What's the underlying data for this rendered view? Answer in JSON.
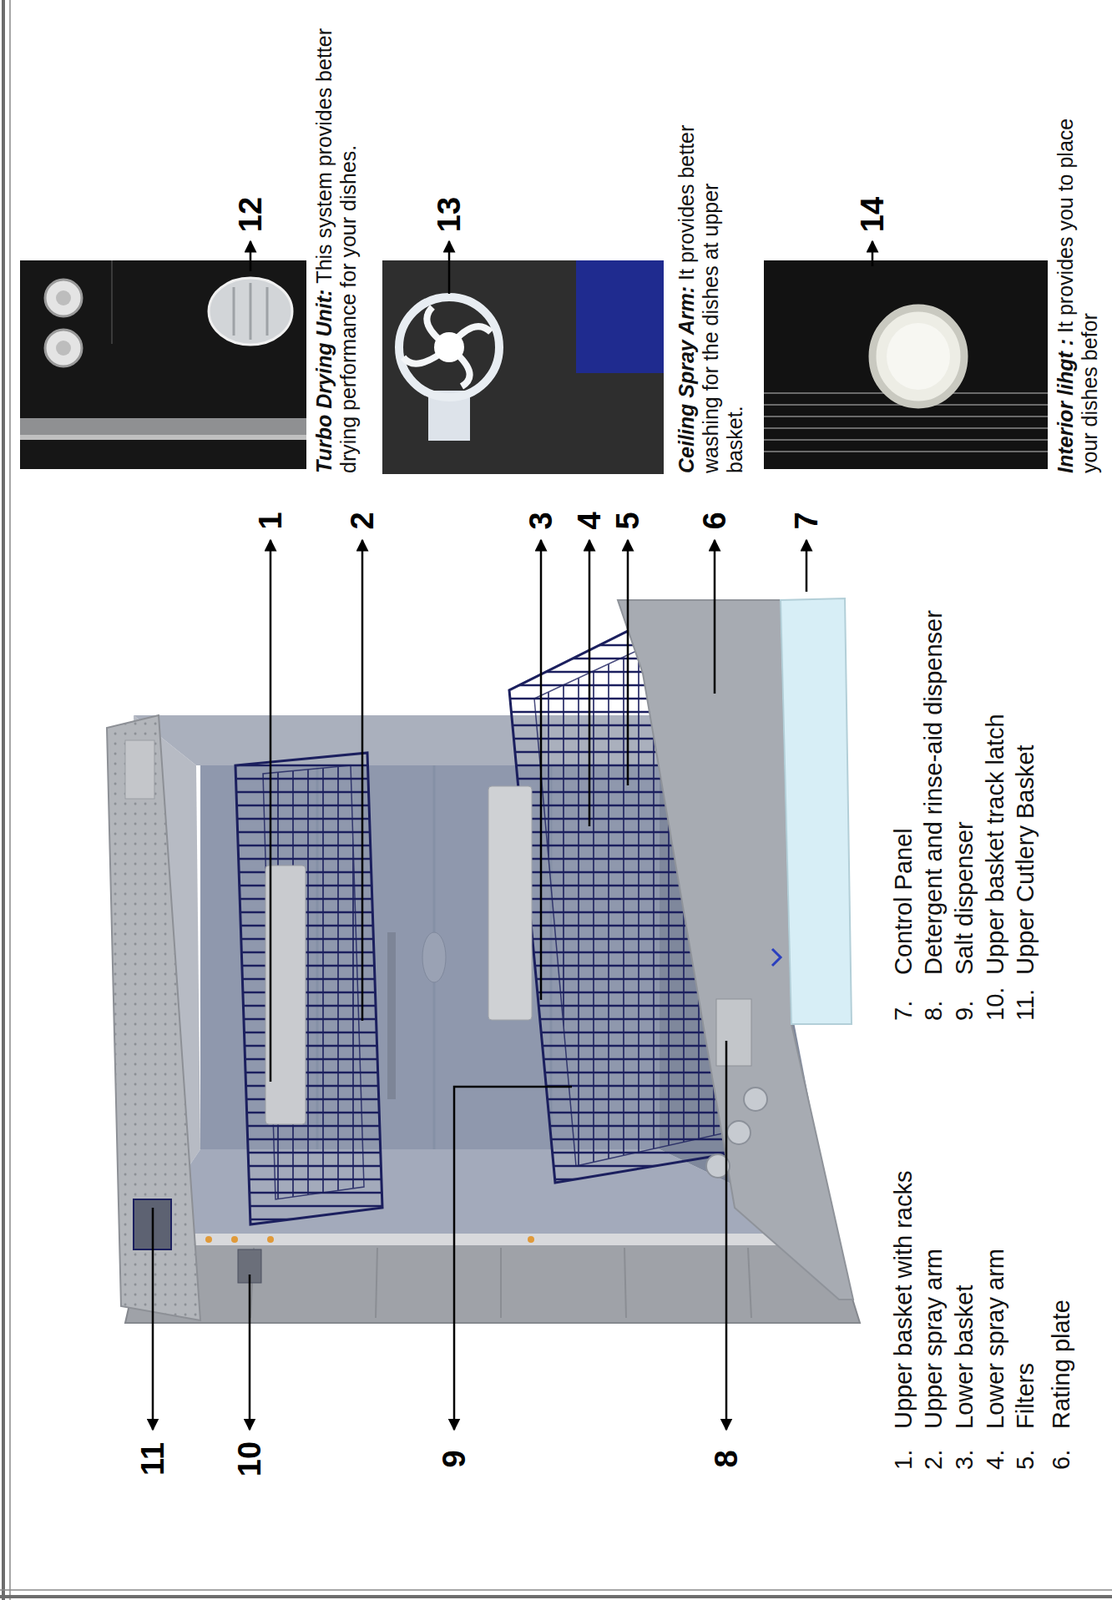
{
  "diagram": {
    "labels": [
      "11",
      "10",
      "9",
      "8",
      "1",
      "2",
      "3",
      "4",
      "5",
      "6",
      "7",
      "12",
      "13",
      "14",
      "Turbo Drying Unit:",
      "This system provides better drying performance for your dishes.",
      "Ceiling Spray Arm:",
      "It provides better washing for the dishes at upper basket.",
      "Interior lihgt :",
      "It provides you to place your dishes befor",
      "1.",
      "Upper basket with racks",
      "2.",
      "Upper spray arm",
      "3.",
      "Lower basket",
      "4.",
      "Lower spray arm",
      "5.",
      "Filters",
      "6.",
      "Rating plate",
      "7.",
      "Control Panel",
      "8.",
      "Detergent and rinse-aid dispenser",
      "9.",
      "Salt dispenser",
      "10.",
      "Upper basket track latch",
      "11.",
      "Upper Cutlery Basket"
    ]
  }
}
